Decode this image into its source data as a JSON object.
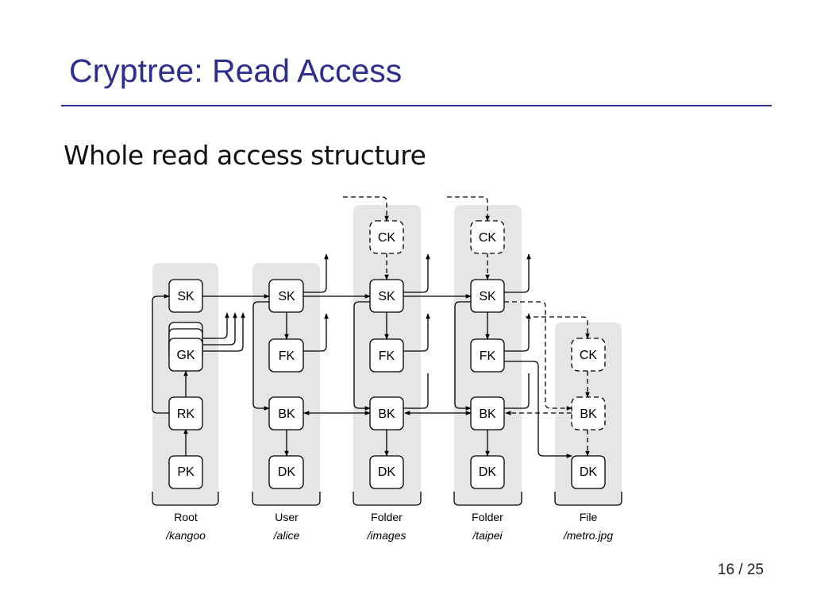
{
  "slide": {
    "title": "Cryptree: Read Access",
    "subtitle": "Whole read access structure",
    "page": "16 / 25"
  },
  "colors": {
    "title": "#2e2e8f",
    "column_bg": "#e6e6e6",
    "stroke": "#000000"
  },
  "columns": [
    {
      "id": "root",
      "type": "Root",
      "path": "/kangoo",
      "nodes": [
        "SK",
        "GK",
        "RK",
        "PK"
      ]
    },
    {
      "id": "user",
      "type": "User",
      "path": "/alice",
      "nodes": [
        "SK",
        "FK",
        "BK",
        "DK"
      ]
    },
    {
      "id": "images",
      "type": "Folder",
      "path": "/images",
      "nodes": [
        "CK",
        "SK",
        "FK",
        "BK",
        "DK"
      ]
    },
    {
      "id": "taipei",
      "type": "Folder",
      "path": "/taipei",
      "nodes": [
        "CK",
        "SK",
        "FK",
        "BK",
        "DK"
      ]
    },
    {
      "id": "metro",
      "type": "File",
      "path": "/metro.jpg",
      "nodes": [
        "CK",
        "BK",
        "DK"
      ]
    }
  ]
}
